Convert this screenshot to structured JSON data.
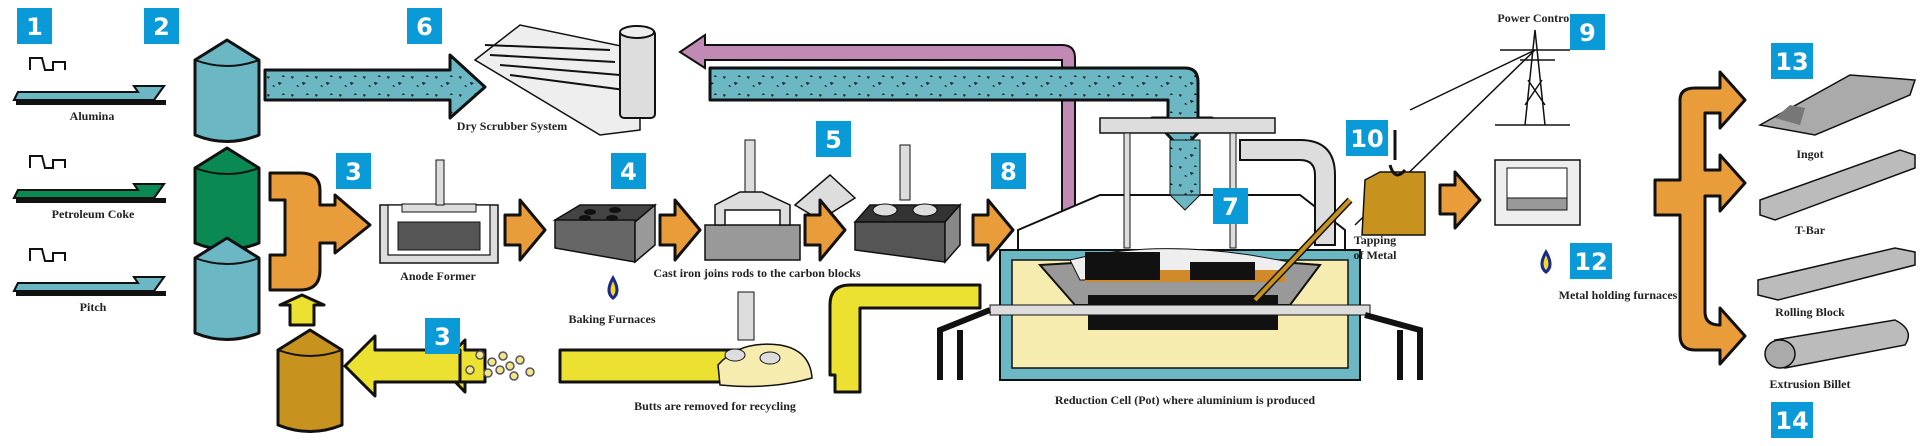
{
  "colors": {
    "badge": "#0a9ad8",
    "alumina": "#6bb7c4",
    "coke": "#0a8a52",
    "anode_flow": "#e89c3a",
    "recycle": "#ece030",
    "butts_silo": "#c8921e",
    "fume_duct": "#c08ab4"
  },
  "badges": [
    "1",
    "2",
    "6",
    "3",
    "4",
    "5",
    "8",
    "7",
    "9",
    "10",
    "12",
    "13",
    "3",
    "14"
  ],
  "labels": {
    "alumina": "Alumina",
    "petroleum_coke": "Petroleum Coke",
    "pitch": "Pitch",
    "dry_scrubber": "Dry Scrubber System",
    "anode_former": "Anode Former",
    "baking_furnaces": "Baking Furnaces",
    "cast_iron": "Cast iron joins rods to the carbon blocks",
    "butts": "Butts are removed for recycling",
    "reduction_cell": "Reduction Cell (Pot) where aluminium is produced",
    "tapping_1": "Tapping",
    "tapping_2": "of Metal",
    "power_control": "Power Control",
    "holding_furnaces": "Metal holding furnaces",
    "ingot": "Ingot",
    "tbar": "T-Bar",
    "rolling_block": "Rolling Block",
    "extrusion_billet": "Extrusion Billet"
  }
}
